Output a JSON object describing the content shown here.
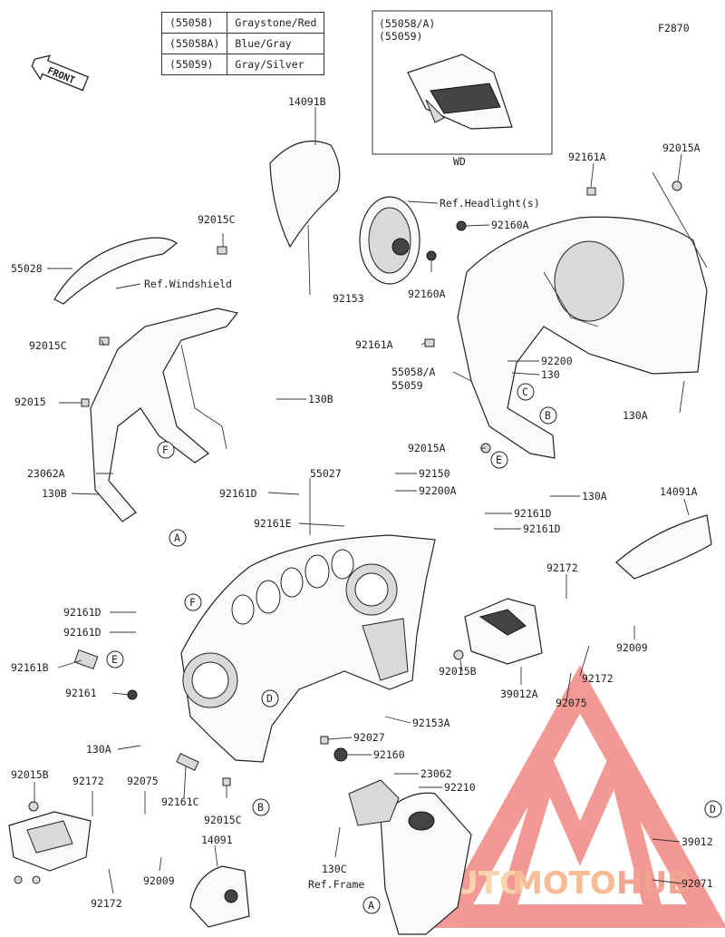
{
  "diagram_code": "F2870",
  "color_table": [
    {
      "code": "(55058)",
      "color": "Graystone/Red"
    },
    {
      "code": "(55058A)",
      "color": "Blue/Gray"
    },
    {
      "code": "(55059)",
      "color": "Gray/Silver"
    }
  ],
  "inset": {
    "line1": "(55058/A)",
    "line2": "(55059)",
    "caption": "WD"
  },
  "front_label": "FRONT",
  "watermark": {
    "part1": "AUTO",
    "part2": "MOTO",
    "part3": "HUB"
  },
  "callouts": {
    "A": "A",
    "B": "B",
    "C": "C",
    "D": "D",
    "E": "E",
    "F": "F"
  },
  "labels": {
    "p14091B": "14091B",
    "p92161A_top": "92161A",
    "p92015A_top": "92015A",
    "ref_headlight": "Ref.Headlight(s)",
    "p92160A_1": "92160A",
    "p92160A_2": "92160A",
    "p92015C_top": "92015C",
    "p55028": "55028",
    "ref_windshield": "Ref.Windshield",
    "p92153": "92153",
    "p92015C_mid": "92015C",
    "p92161A_mid": "92161A",
    "p92200": "92200",
    "p130_a": "130",
    "p55058A": "55058/A",
    "p55059": "55059",
    "p92015": "92015",
    "p130B_1": "130B",
    "p130A_right": "130A",
    "p92015A_mid": "92015A",
    "p23062A": "23062A",
    "p130B_2": "130B",
    "p92161D_1": "92161D",
    "p55027": "55027",
    "p92150": "92150",
    "p92200A": "92200A",
    "p130A_mid": "130A",
    "p92161D_2": "92161D",
    "p92161D_3": "92161D",
    "p14091A": "14091A",
    "p92161E": "92161E",
    "p92172_1": "92172",
    "p92161D_4": "92161D",
    "p92161D_5": "92161D",
    "p92009_1": "92009",
    "p92161B": "92161B",
    "p92015B_mid": "92015B",
    "p39012A": "39012A",
    "p92172_2": "92172",
    "p92161": "92161",
    "p92075_1": "92075",
    "p92153A": "92153A",
    "p130A_left": "130A",
    "p92027": "92027",
    "p92160": "92160",
    "p92015B_left": "92015B",
    "p92172_3": "92172",
    "p92075_2": "92075",
    "p23062": "23062",
    "p92161C": "92161C",
    "p92015C_bot": "92015C",
    "p92210": "92210",
    "p14091": "14091",
    "p130C": "130C",
    "ref_frame": "Ref.Frame",
    "p39012": "39012",
    "p92172_4": "92172",
    "p92009_2": "92009",
    "p92071": "92071"
  }
}
